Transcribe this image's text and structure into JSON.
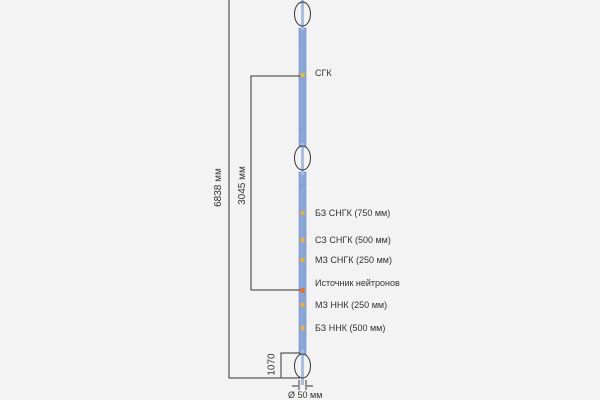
{
  "dimensions": {
    "total_length": "6838 мм",
    "source_to_sgk": "3045 мм",
    "bottom_offset": "1070",
    "diameter": "Ø 50 мм"
  },
  "sensors": [
    {
      "label": "СГК",
      "color": "#f0c020"
    },
    {
      "label": "БЗ СНГК  (750 мм)",
      "color": "#f0b030"
    },
    {
      "label": "СЗ СНГК  (500 мм)",
      "color": "#f0b030"
    },
    {
      "label": "МЗ СНГК  (250 мм)",
      "color": "#f0b030"
    },
    {
      "label": "Источник нейтронов",
      "color": "#f07020"
    },
    {
      "label": "МЗ ННК  (250 мм)",
      "color": "#f0b030"
    },
    {
      "label": "БЗ ННК  (500 мм)",
      "color": "#f0b030"
    }
  ],
  "colors": {
    "tool": "#8aa6d8",
    "line": "#333333",
    "background": "#f3f3f3"
  }
}
